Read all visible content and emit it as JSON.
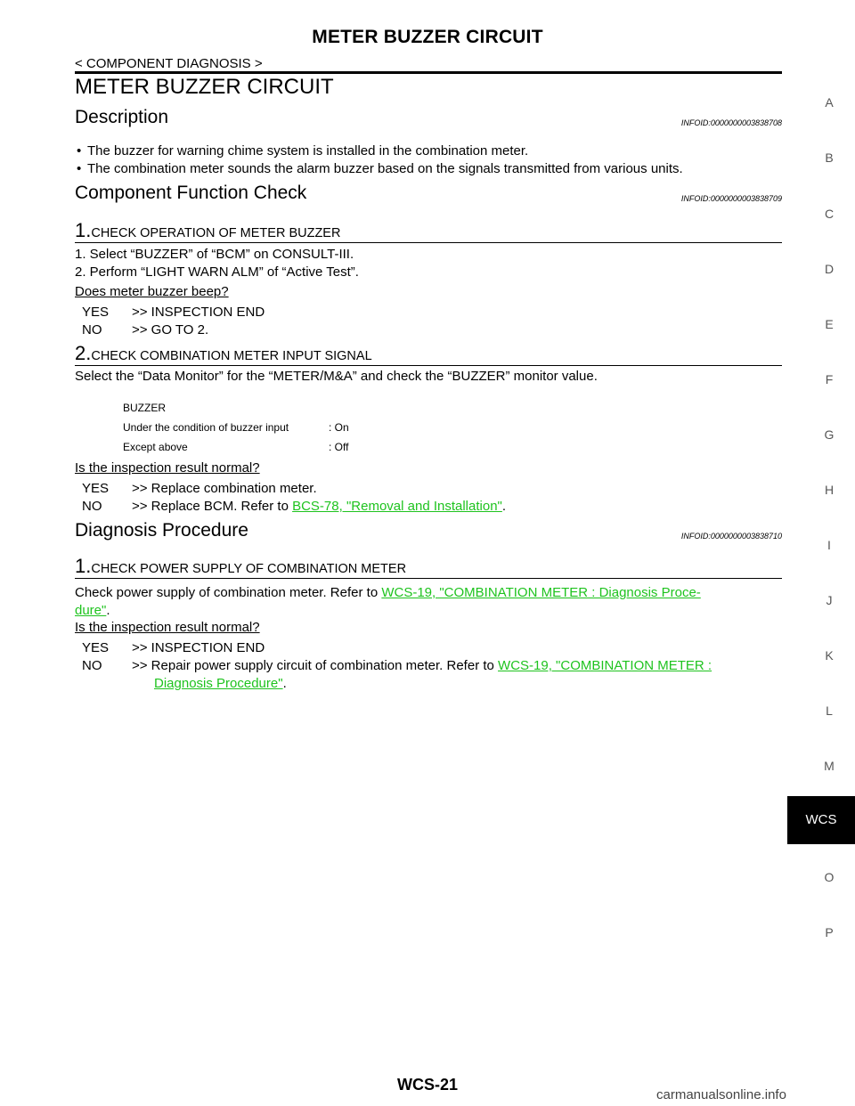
{
  "header": {
    "title": "METER BUZZER CIRCUIT",
    "breadcrumb": "< COMPONENT DIAGNOSIS >"
  },
  "page_title": "METER BUZZER CIRCUIT",
  "description": {
    "heading": "Description",
    "infoid": "INFOID:0000000003838708",
    "bullets": [
      "The buzzer for warning chime system is installed in the combination meter.",
      "The combination meter sounds the alarm buzzer based on the signals transmitted from various units."
    ]
  },
  "component_check": {
    "heading": "Component Function Check",
    "infoid": "INFOID:0000000003838709",
    "step1": {
      "num": "1.",
      "title": "CHECK OPERATION OF METER BUZZER",
      "lines": [
        "1.   Select “BUZZER” of “BCM” on CONSULT-III.",
        "2.   Perform “LIGHT WARN ALM” of “Active Test”."
      ],
      "question": "Does meter buzzer beep?",
      "yes_label": "YES",
      "yes_text": ">> INSPECTION END",
      "no_label": "NO",
      "no_text": ">> GO TO 2."
    },
    "step2": {
      "num": "2.",
      "title": "CHECK COMBINATION METER INPUT SIGNAL",
      "text": "Select the “Data Monitor” for the “METER/M&A” and check the “BUZZER” monitor value.",
      "table": {
        "header": "BUZZER",
        "rows": [
          {
            "cond": "Under the condition of buzzer input",
            "val": ": On"
          },
          {
            "cond": "Except above",
            "val": ": Off"
          }
        ]
      },
      "question": "Is the inspection result normal?",
      "yes_label": "YES",
      "yes_text": ">> Replace combination meter.",
      "no_label": "NO",
      "no_text": ">> Replace BCM. Refer to ",
      "no_link": "BCS-78, \"Removal and Installation\"",
      "no_end": "."
    }
  },
  "diagnosis": {
    "heading": "Diagnosis  Procedure",
    "infoid": "INFOID:0000000003838710",
    "step1": {
      "num": "1.",
      "title": "CHECK POWER SUPPLY OF COMBINATION METER",
      "text_pre": "Check  power  supply  of  combination  meter.  Refer  to ",
      "link_a": "WCS-19, \"COMBINATION METER : Diagnosis Proce-",
      "link_b": "dure\"",
      "text_end": ".",
      "question": "Is the inspection result normal?",
      "yes_label": "YES",
      "yes_text": ">> INSPECTION END",
      "no_label": "NO",
      "no_text": ">> Repair power supply circuit of combination meter. Refer to ",
      "no_link_a": "WCS-19, \"COMBINATION METER :",
      "no_link_b": "Diagnosis Procedure\"",
      "no_end": "."
    }
  },
  "side_index": [
    "A",
    "B",
    "C",
    "D",
    "E",
    "F",
    "G",
    "H",
    "I",
    "J",
    "K",
    "L",
    "M",
    "O",
    "P"
  ],
  "side_tab": "WCS",
  "footer": "WCS-21",
  "watermark": "carmanualsonline.info"
}
